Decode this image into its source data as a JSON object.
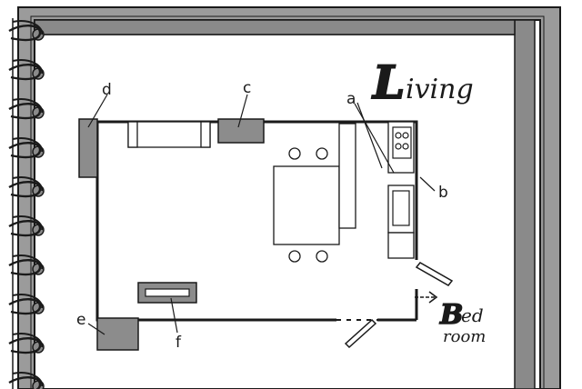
{
  "title": {
    "big_letter": "L",
    "rest": "iving"
  },
  "bedroom_label": {
    "big_letter": "B",
    "line1_rest": "ed",
    "line2": "room"
  },
  "labels": {
    "a": "a",
    "b": "b",
    "c": "c",
    "d": "d",
    "e": "e",
    "f": "f"
  },
  "colors": {
    "ink": "#1a1a1a",
    "notebook_frame": "#8a8a8a",
    "furniture_grey": "#8c8c8c",
    "paper": "#ffffff"
  },
  "icons": {
    "binding": "spiral-binding-icon",
    "door_arrow": "arrow-right-icon"
  }
}
